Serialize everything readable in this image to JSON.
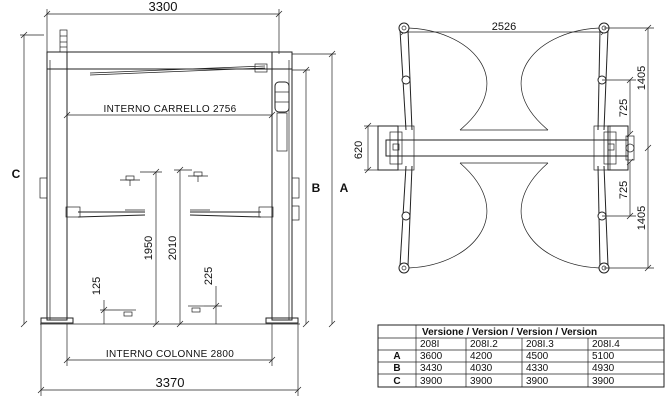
{
  "front_view": {
    "overall_top": "3300",
    "overall_bottom": "3370",
    "inner_carriage": "INTERNO CARRELLO 2756",
    "inner_columns": "INTERNO COLONNE 2800",
    "height_1": "1950",
    "height_2": "2010",
    "low_1": "125",
    "low_2": "225",
    "label_c": "C",
    "label_b": "B",
    "label_a": "A"
  },
  "top_view": {
    "width": "2526",
    "arm_top": "1405",
    "arm_mid_top": "725",
    "arm_mid_bottom": "725",
    "arm_bottom": "1405",
    "depth": "620"
  },
  "versions_table": {
    "title": "Versione / Version / Version / Version",
    "models": [
      "208I",
      "208I.2",
      "208I.3",
      "208I.4"
    ],
    "rows": [
      {
        "label": "A",
        "values": [
          "3600",
          "4200",
          "4500",
          "5100"
        ]
      },
      {
        "label": "B",
        "values": [
          "3430",
          "4030",
          "4330",
          "4930"
        ]
      },
      {
        "label": "C",
        "values": [
          "3900",
          "3900",
          "3900",
          "3900"
        ]
      }
    ]
  }
}
